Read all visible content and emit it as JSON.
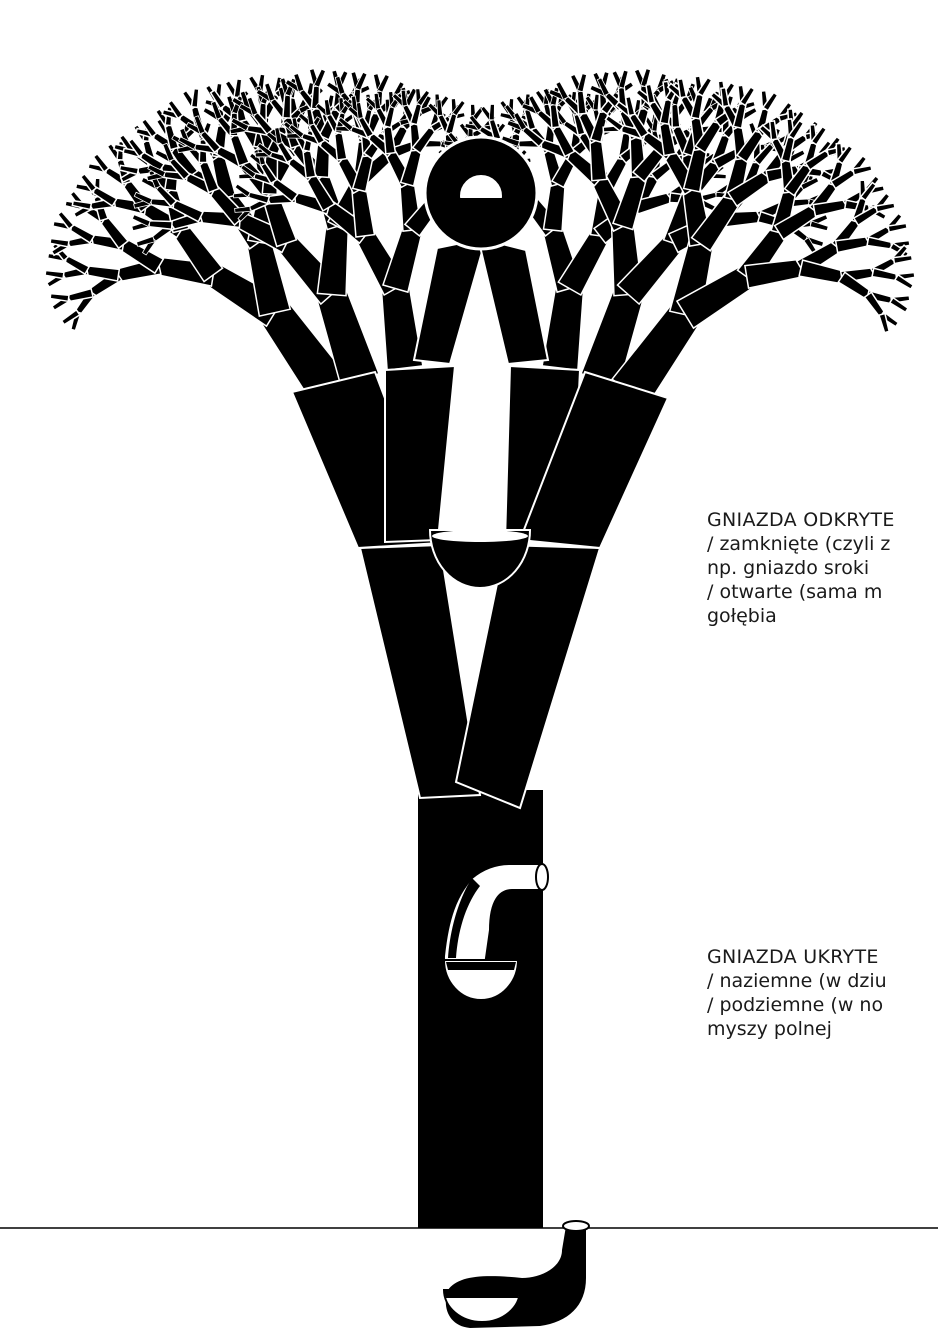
{
  "colors": {
    "ink": "#000000",
    "paper": "#ffffff",
    "stroke": "#ffffff",
    "ground_line": "#000000"
  },
  "icons": [
    "tree-icon",
    "enclosed-nest-icon",
    "open-nest-icon",
    "tree-hollow-nest-icon",
    "burrow-nest-icon"
  ],
  "labels": {
    "open_nests": {
      "heading": "GNIAZDA ODKRYTE",
      "lines": [
        "/ zamknięte (czyli z",
        "np. gniazdo sroki",
        "/ otwarte (sama m",
        "gołębia"
      ]
    },
    "hidden_nests": {
      "heading": "GNIAZDA UKRYTE",
      "lines": [
        "/ naziemne (w dziu",
        "/ podziemne (w no",
        "myszy polnej"
      ]
    }
  }
}
